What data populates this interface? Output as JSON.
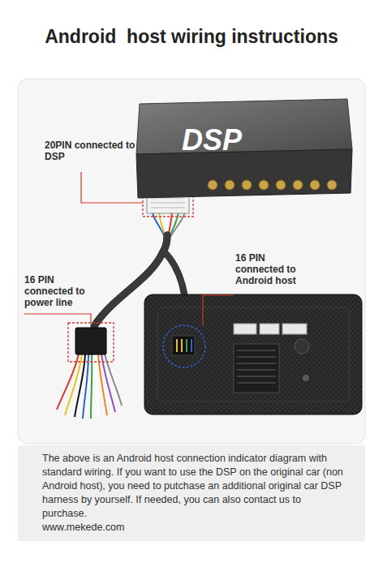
{
  "diagram": {
    "title": "Android  host wiring instructions",
    "caption": "The above is an Android host connection indicator diagram with standard wiring. If you want to use the DSP on the original car (non Android host), you need to putchase an additional original car DSP harness by yourself. If needed, you can also contact us to purchase.",
    "nodes": [
      {
        "text": [
          "DSP"
        ]
      }
    ],
    "labels": [
      "20PIN connected to DSP",
      "16 PIN connected to Android host",
      "16 PIN connected to power line",
      "www.mekede.com"
    ]
  }
}
